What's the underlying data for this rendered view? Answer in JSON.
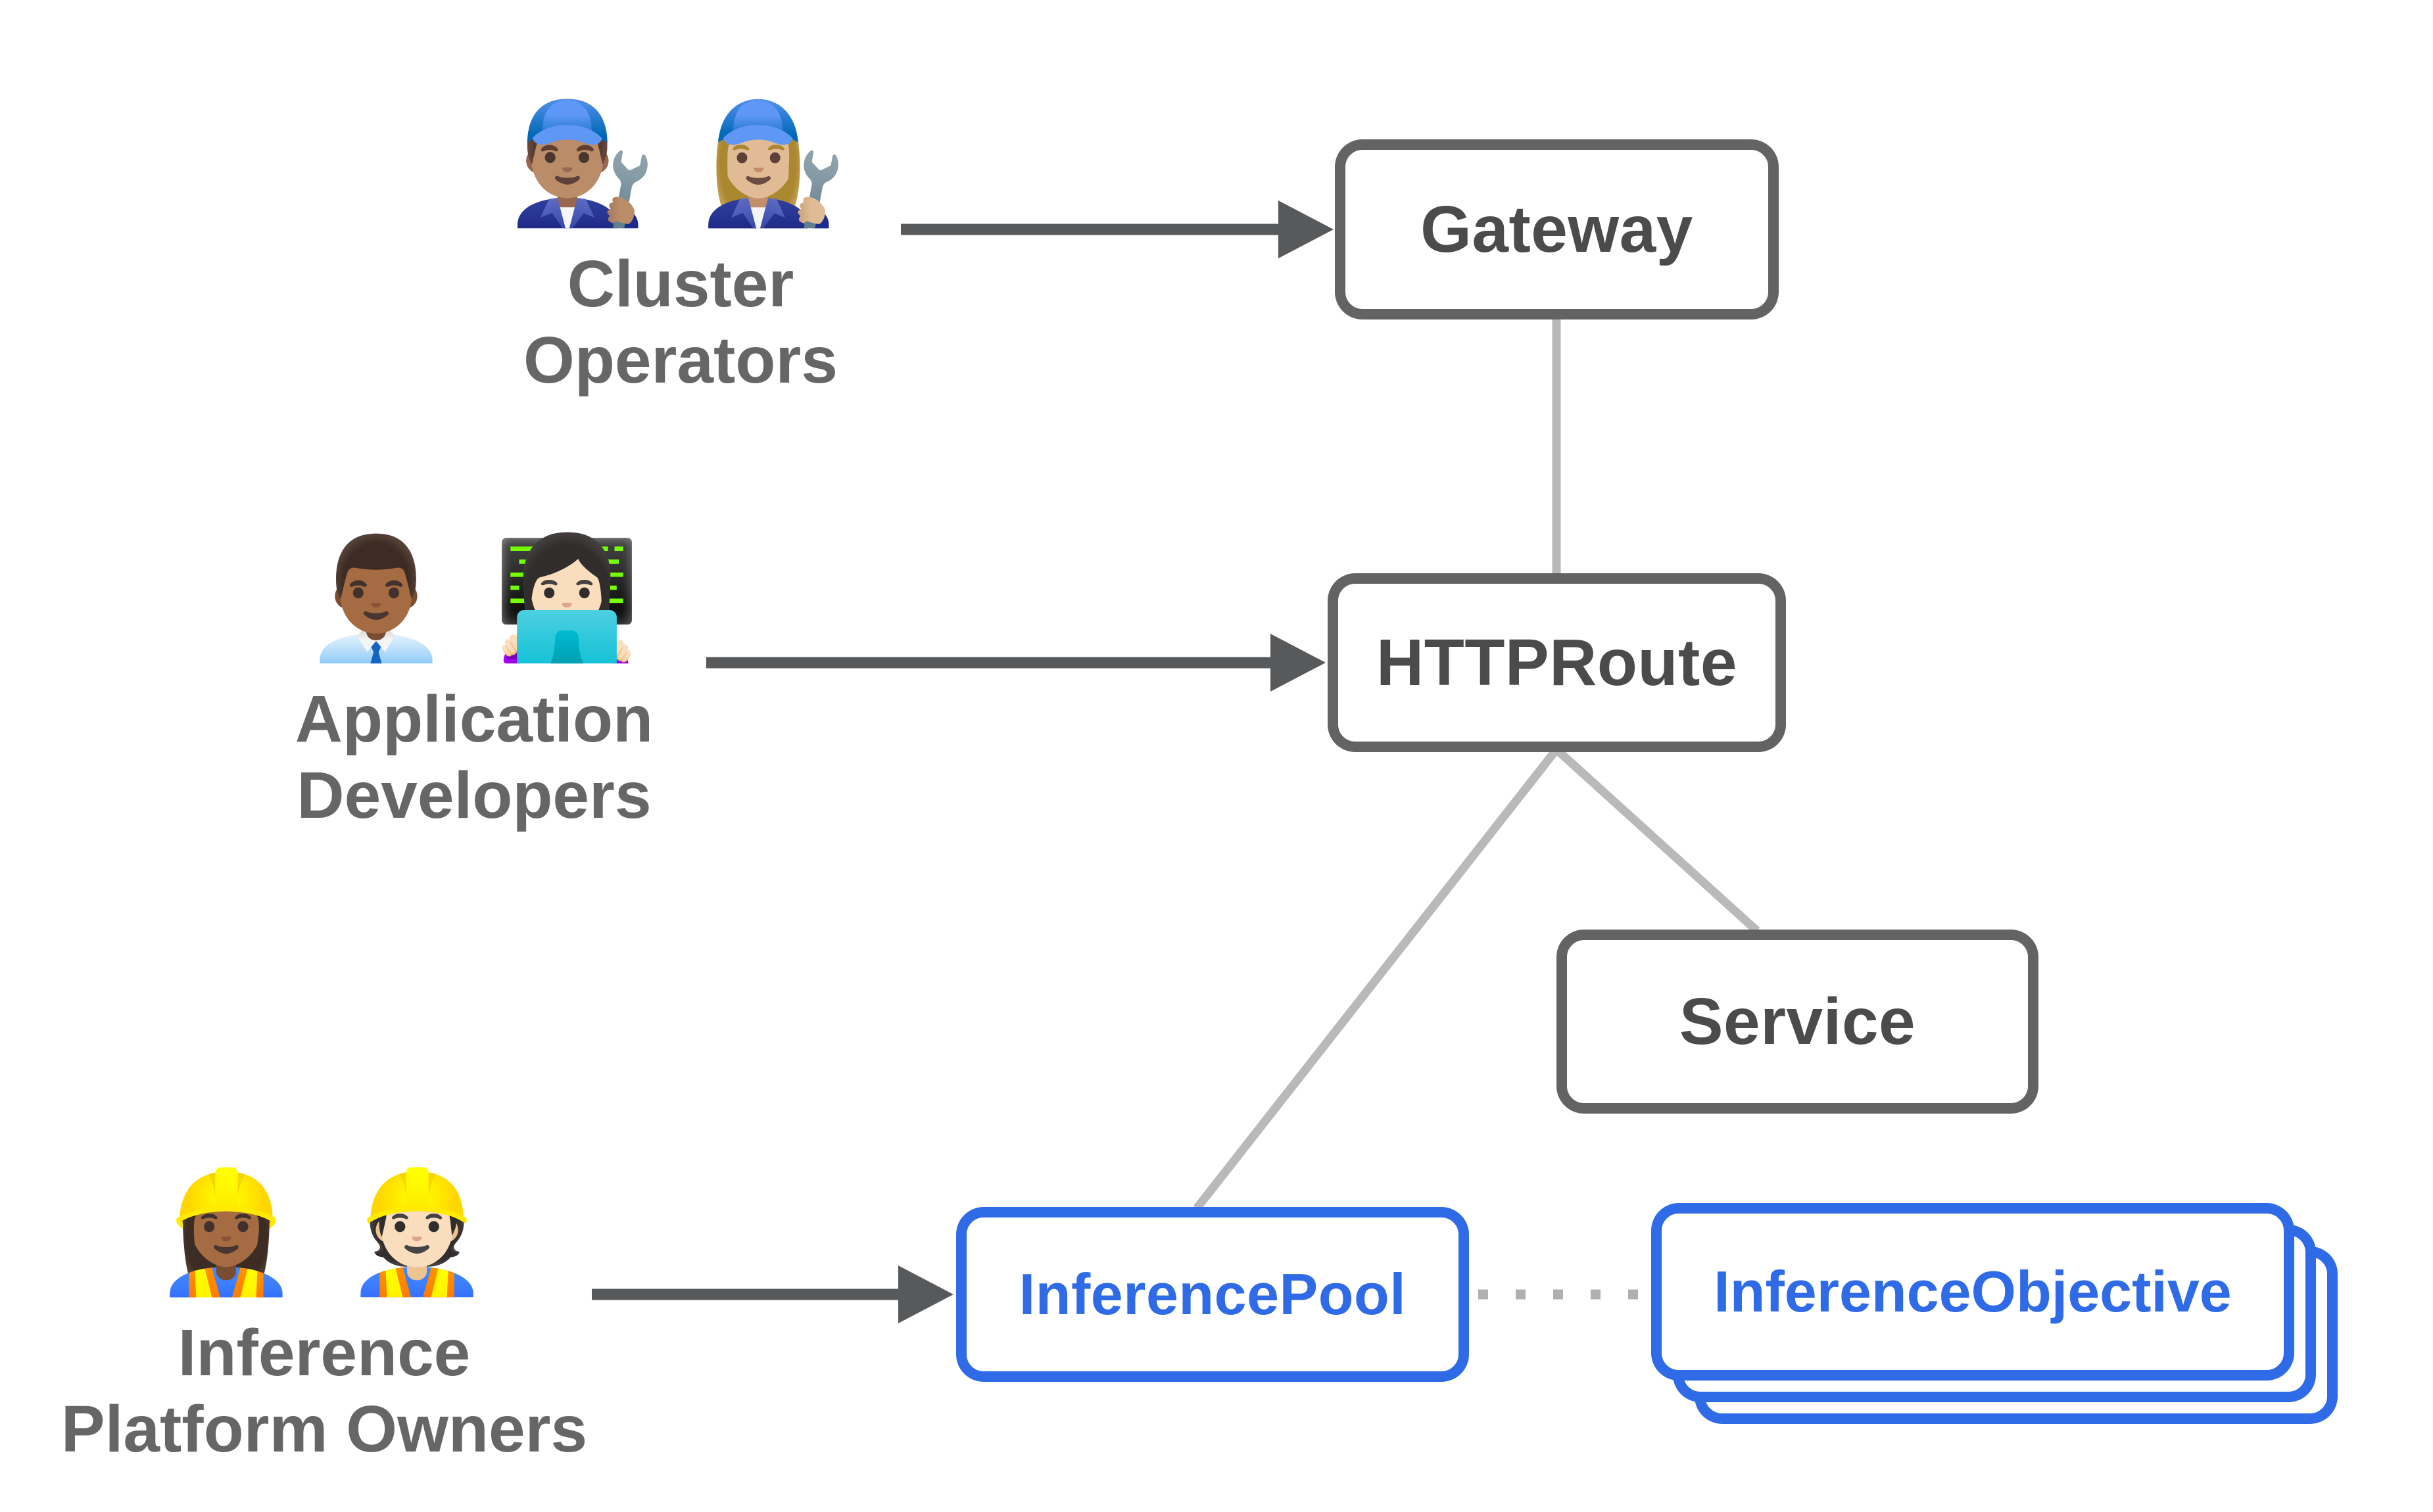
{
  "diagram": {
    "type": "architecture-diagram",
    "background_color": "#ffffff",
    "actors": [
      {
        "id": "cluster-operators",
        "emoji": "👨🏽‍🔧 👩🏼‍🔧",
        "emoji_name": "mechanics-emoji-pair",
        "label": "Cluster\nOperators",
        "points_to": "Gateway"
      },
      {
        "id": "application-developers",
        "emoji": "👨🏾‍💼 👩🏻‍💻",
        "emoji_name": "office-worker-and-technologist-emoji-pair",
        "label": "Application\nDevelopers",
        "points_to": "HTTPRoute"
      },
      {
        "id": "inference-platform-owners",
        "emoji": "👷🏾‍♀️ 👷🏻",
        "emoji_name": "construction-workers-emoji-pair",
        "label": "Inference\nPlatform Owners",
        "points_to": "InferencePool"
      }
    ],
    "nodes": {
      "gateway": {
        "label": "Gateway",
        "style": "gray-outline"
      },
      "httproute": {
        "label": "HTTPRoute",
        "style": "gray-outline"
      },
      "service": {
        "label": "Service",
        "style": "gray-outline"
      },
      "inference_pool": {
        "label": "InferencePool",
        "style": "blue-outline"
      },
      "inference_objective": {
        "label": "InferenceObjective",
        "style": "blue-outline",
        "stack_count": 3
      }
    },
    "edges": [
      {
        "from": "cluster-operators",
        "to": "gateway",
        "style": "solid-arrow"
      },
      {
        "from": "application-developers",
        "to": "httproute",
        "style": "solid-arrow"
      },
      {
        "from": "inference-platform-owners",
        "to": "inference_pool",
        "style": "solid-arrow"
      },
      {
        "from": "gateway",
        "to": "httproute",
        "style": "plain-line"
      },
      {
        "from": "httproute",
        "to": "inference_pool",
        "style": "plain-line"
      },
      {
        "from": "httproute",
        "to": "service",
        "style": "plain-line"
      },
      {
        "from": "inference_pool",
        "to": "inference_objective",
        "style": "dotted-line"
      }
    ],
    "colors": {
      "node_border_gray": "#636363",
      "node_text_gray": "#4b4b4b",
      "node_border_blue": "#2f6be6",
      "node_text_blue": "#2f6be6",
      "actor_label_gray": "#666666",
      "solid_arrow": "#58595b",
      "connector_line": "#b9b9b9",
      "dotted_line": "#b0b0b0"
    }
  }
}
